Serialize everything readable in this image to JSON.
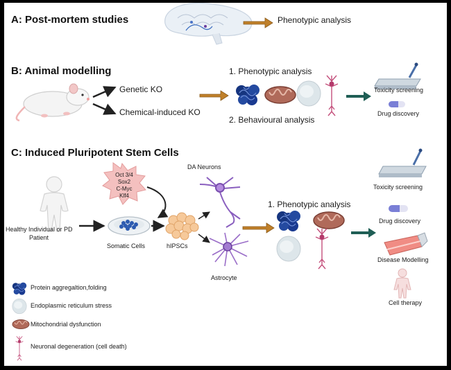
{
  "sections": {
    "a": {
      "title": "A: Post-mortem studies",
      "result": "Phenotypic analysis"
    },
    "b": {
      "title": "B: Animal modelling",
      "genetic": "Genetic KO",
      "chemical": "Chemical-induced KO",
      "phenotypic": "1. Phenotypic analysis",
      "behavioural": "2. Behavioural  analysis",
      "toxicity": "Toxicity screening",
      "drug": "Drug discovery"
    },
    "c": {
      "title": "C: Induced Pluripotent Stem Cells",
      "factors": [
        "Oct 3/4",
        "Sox2",
        "C-Myc",
        "Klf4"
      ],
      "patient": "Healthy Individual or PD",
      "patient2": "Patient",
      "somatic": "Somatic Cells",
      "hipsc": "hIPSCs",
      "da_neurons": "DA Neurons",
      "astrocyte": "Astrocyte",
      "phenotypic": "1. Phenotypic analysis",
      "toxicity": "Toxicity screening",
      "drug": "Drug discovery",
      "disease": "Disease Modelling",
      "cell_therapy": "Cell therapy"
    }
  },
  "legend": [
    "Protein aggregaltion,folding",
    "Endoplasmic reticulum stress",
    "Mitochondrial dysfunction",
    "Neuronal degeneration (cell death)"
  ],
  "colors": {
    "arrow_orange": "#c0802a",
    "arrow_teal": "#1f5e55",
    "protein_blue": "#1c3c8c",
    "mito": "#b06a5a",
    "neuron": "#b43a6b",
    "star": "#f4c0bf"
  }
}
